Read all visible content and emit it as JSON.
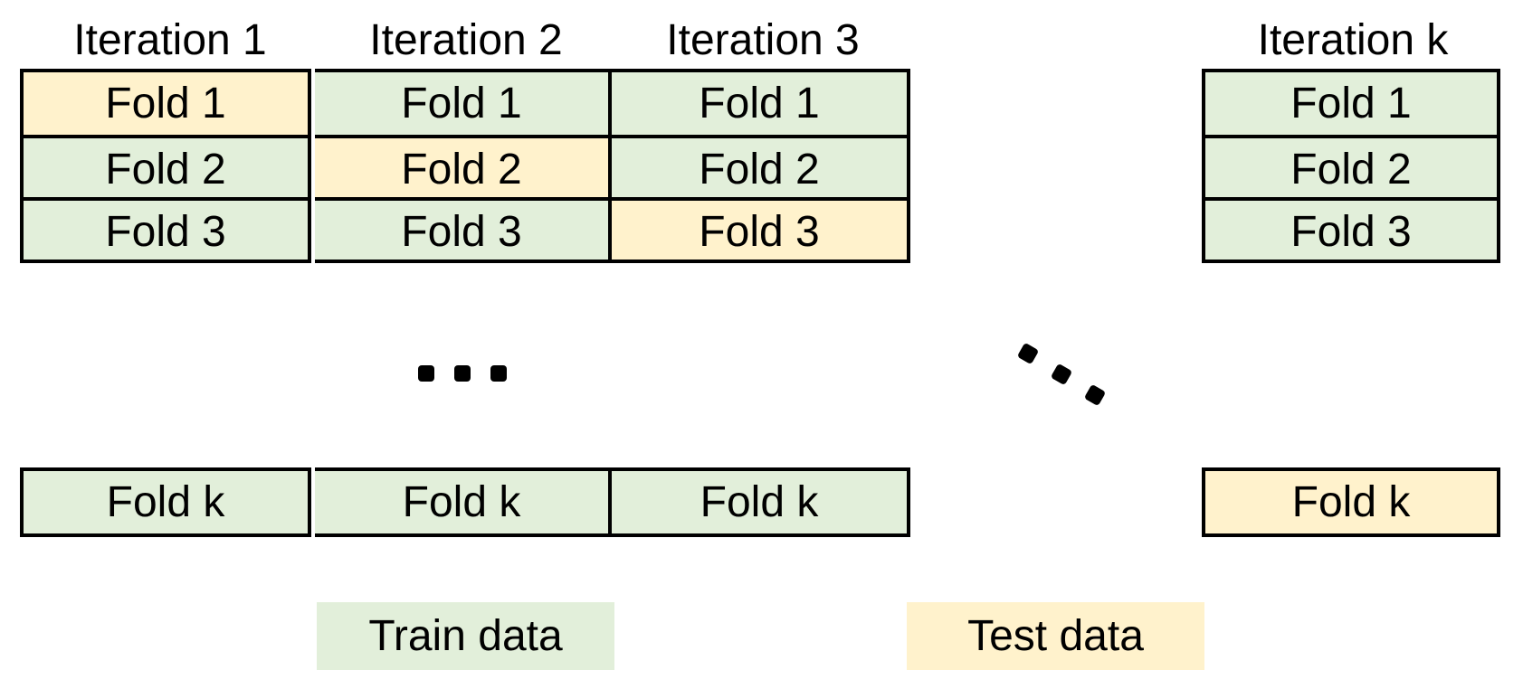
{
  "iterations": [
    {
      "header": "Iteration 1",
      "folds": [
        "Fold 1",
        "Fold 2",
        "Fold 3"
      ],
      "roles": [
        "test",
        "train",
        "train"
      ],
      "last_fold": "Fold k",
      "last_role": "train"
    },
    {
      "header": "Iteration 2",
      "folds": [
        "Fold 1",
        "Fold 2",
        "Fold 3"
      ],
      "roles": [
        "train",
        "test",
        "train"
      ],
      "last_fold": "Fold k",
      "last_role": "train"
    },
    {
      "header": "Iteration 3",
      "folds": [
        "Fold 1",
        "Fold 2",
        "Fold 3"
      ],
      "roles": [
        "train",
        "train",
        "test"
      ],
      "last_fold": "Fold k",
      "last_role": "train"
    },
    {
      "header": "Iteration k",
      "folds": [
        "Fold 1",
        "Fold 2",
        "Fold 3"
      ],
      "roles": [
        "train",
        "train",
        "train"
      ],
      "last_fold": "Fold k",
      "last_role": "test"
    }
  ],
  "legend": {
    "train_label": "Train data",
    "test_label": "Test data"
  },
  "colors": {
    "train": "#e2efda",
    "test": "#fff2cc",
    "border": "#000000"
  }
}
